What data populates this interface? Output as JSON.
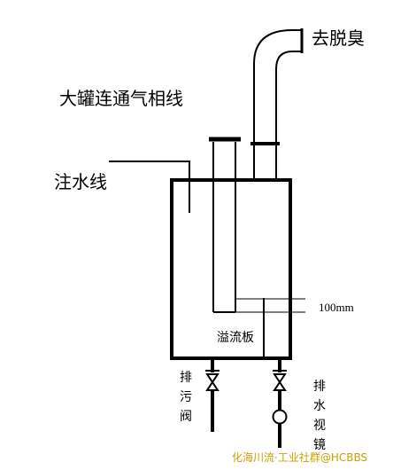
{
  "labels": {
    "deodorize": "去脱臭",
    "vapor_line": "大罐连通气相线",
    "fill_line": "注水线",
    "overflow_gap": "100mm",
    "overflow_plate": "溢流板",
    "sewage_valve": [
      "排",
      "污",
      "阀"
    ],
    "sight_glass": [
      "排",
      "水",
      "视",
      "镜"
    ],
    "watermark": "化海川流·工业社群@HCBBS"
  },
  "colors": {
    "line": "#000000",
    "watermark": "#c8a000"
  }
}
